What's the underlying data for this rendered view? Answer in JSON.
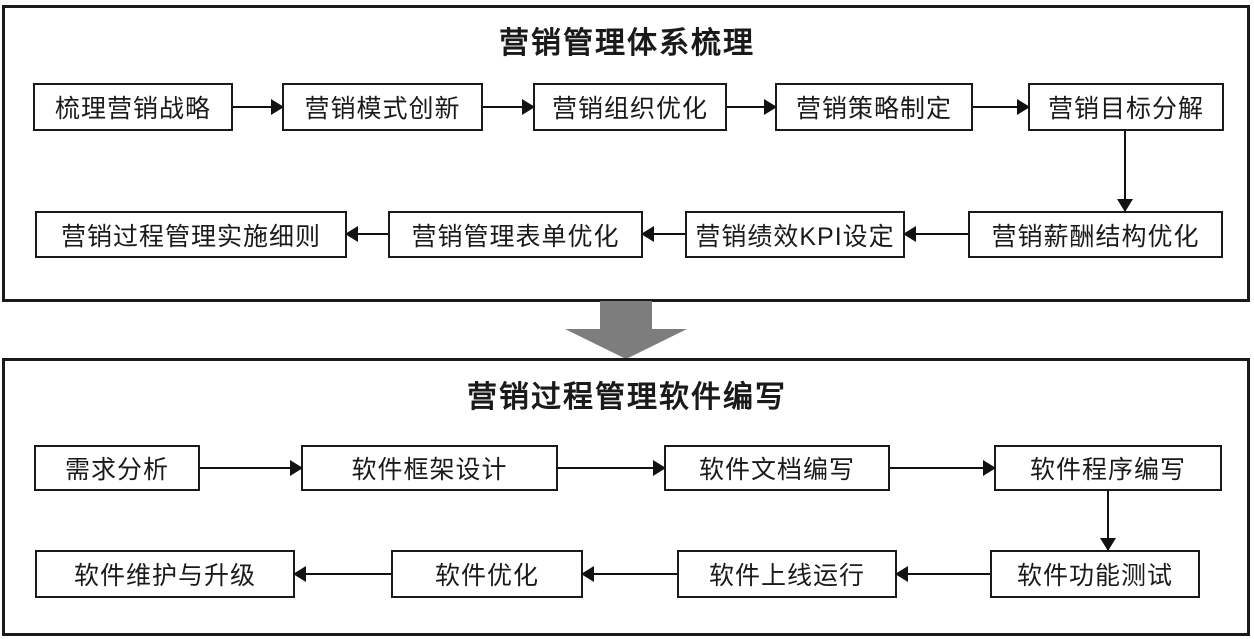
{
  "top_panel": {
    "title": "营销管理体系梳理",
    "row1": [
      "梳理营销战略",
      "营销模式创新",
      "营销组织优化",
      "营销策略制定",
      "营销目标分解"
    ],
    "row2": [
      "营销过程管理实施细则",
      "营销管理表单优化",
      "营销绩效KPI设定",
      "营销薪酬结构优化"
    ]
  },
  "bottom_panel": {
    "title": "营销过程管理软件编写",
    "row1": [
      "需求分析",
      "软件框架设计",
      "软件文档编写",
      "软件程序编写"
    ],
    "row2": [
      "软件维护与升级",
      "软件优化",
      "软件上线运行",
      "软件功能测试"
    ]
  },
  "colors": {
    "panel_border": "#1a1a1a",
    "node_border": "#1a1a1a",
    "small_arrow": "#111111",
    "connector_arrow": "#7d7d7d",
    "background": "#ffffff",
    "text": "#1a1a1a"
  }
}
